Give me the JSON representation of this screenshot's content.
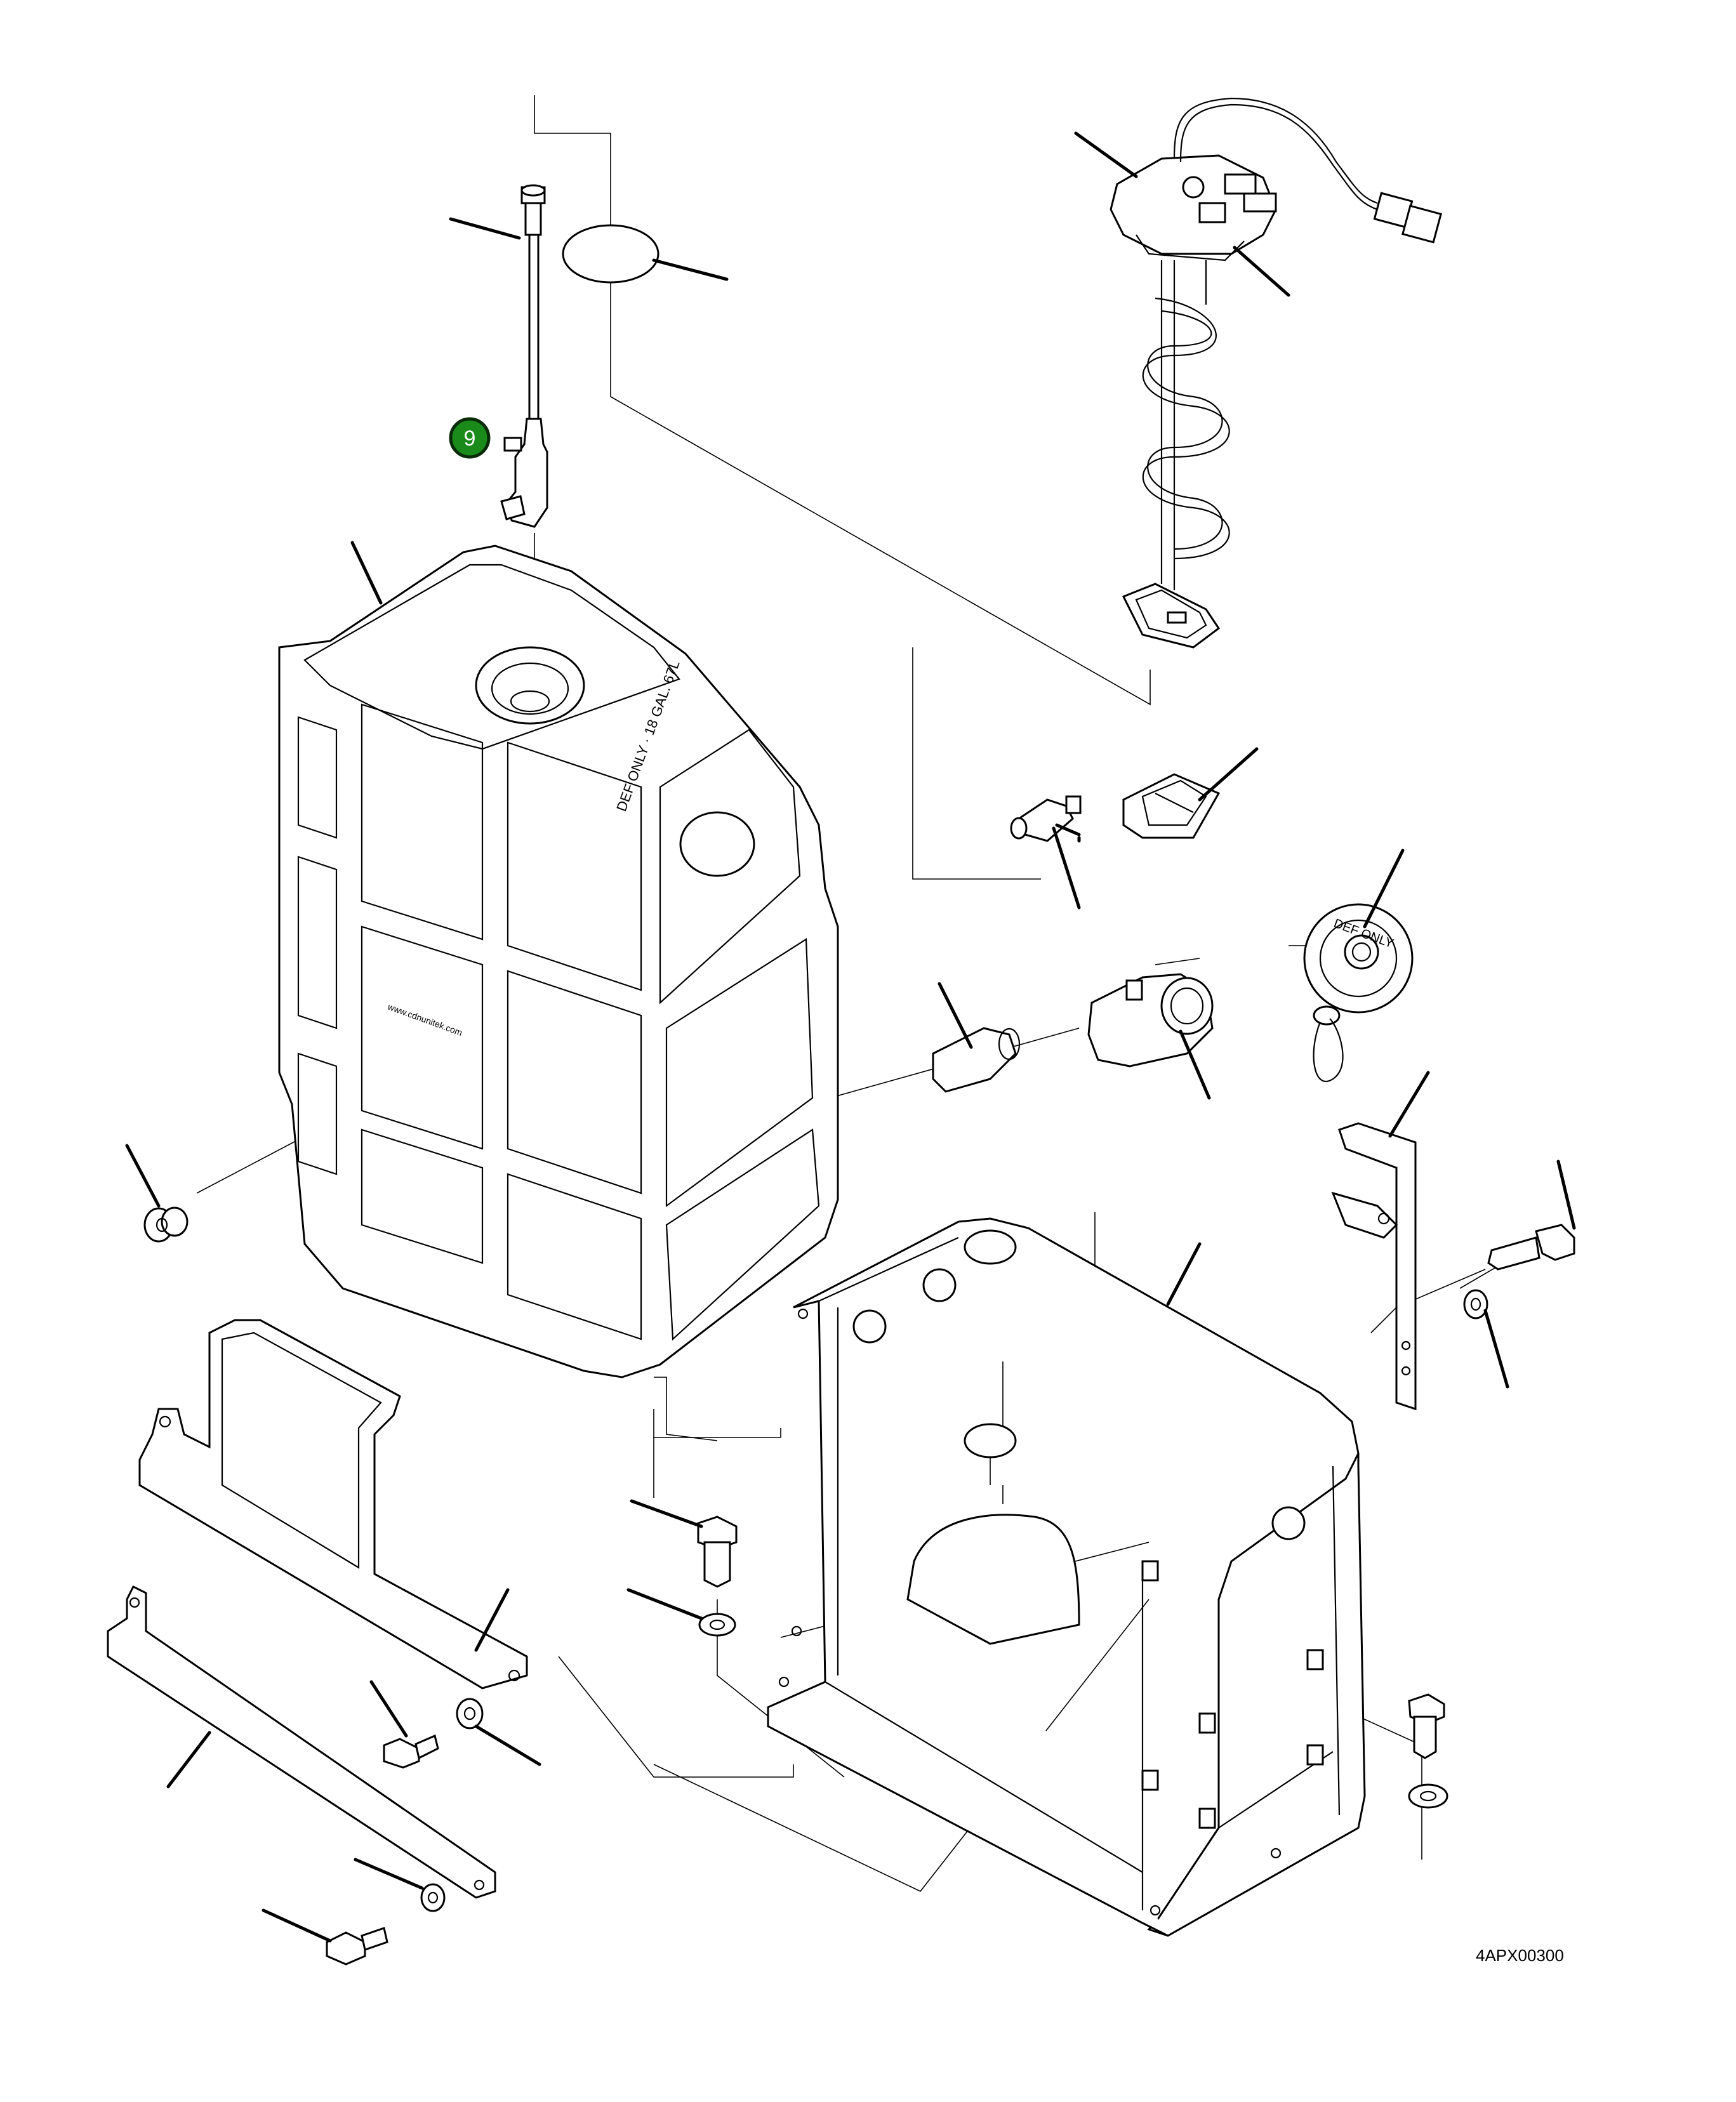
{
  "callout": {
    "number": "9",
    "color": "#1a8a1a"
  },
  "tank_text": {
    "capacity": "DEF ONLY · 18 GAL. 67L",
    "web": "www.cdnunitek.com"
  },
  "cap_text": {
    "label": "DEF ONLY"
  },
  "figure_id": "4APX00300"
}
